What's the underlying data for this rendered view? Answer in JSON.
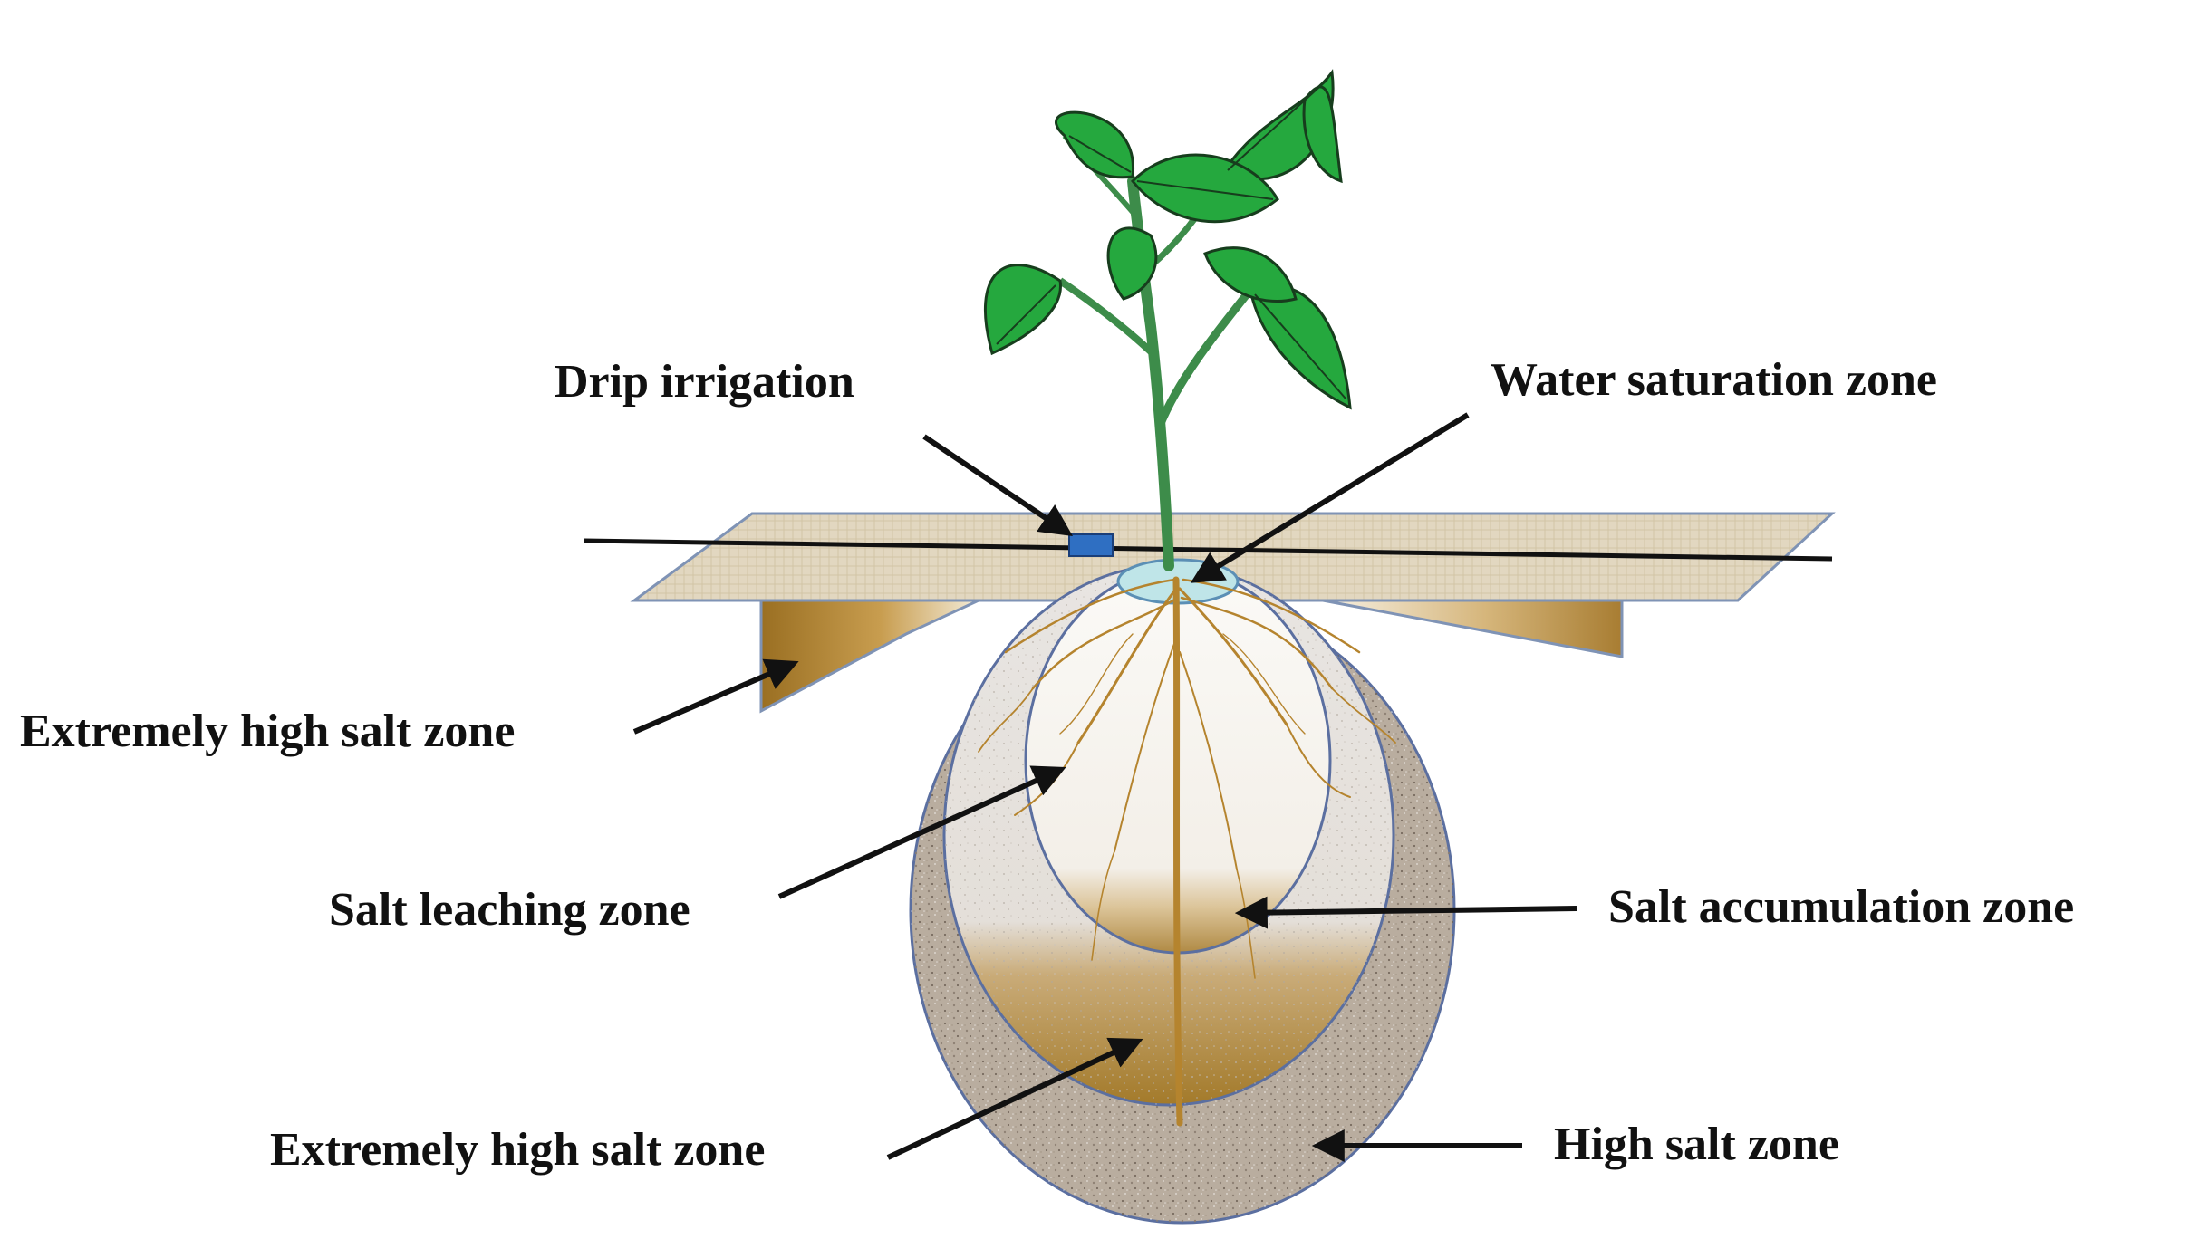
{
  "labels": {
    "drip_irrigation": "Drip irrigation",
    "water_saturation_zone": "Water saturation zone",
    "extremely_high_salt_zone_left": "Extremely high salt zone",
    "salt_leaching_zone": "Salt leaching zone",
    "salt_accumulation_zone": "Salt accumulation zone",
    "extremely_high_salt_zone_bottom": "Extremely high salt zone",
    "high_salt_zone": "High salt zone"
  },
  "colors": {
    "soil_surface": "#e2d7c0",
    "soil_outline": "#7f93b5",
    "high_salt_zone": "#b9ad9f",
    "middle_zone": "#e4e0dc",
    "extreme_salt": "#a37a2a",
    "leaching_zone": "#fbfaf7",
    "water_zone": "#bfe5e8",
    "dripper": "#2f6fc2",
    "leaf": "#25a83e",
    "leaf_vein": "#173d1d",
    "stem": "#3d8c4a",
    "root": "#b5842e",
    "arrow": "#111111"
  }
}
